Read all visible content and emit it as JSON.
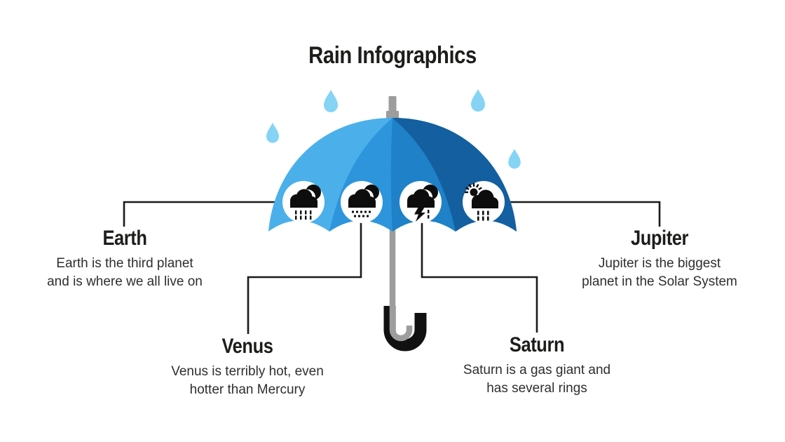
{
  "title": "Rain Infographics",
  "colors": {
    "background": "#ffffff",
    "umbrella_panels": [
      "#4BB0EA",
      "#2D95DC",
      "#1F81C8",
      "#135F9F"
    ],
    "raindrop": "#85D4F6",
    "pole": "#9D9D9D",
    "hook": "#111111",
    "connector": "#1a1a1a",
    "icon_badge": "#ffffff",
    "icon_glyph": "#0d0d0d",
    "title_text": "#1d1d1b",
    "body_text": "#2e2e2e"
  },
  "planets": [
    {
      "name": "Earth",
      "icon": "rain-cloud-moon-icon",
      "lines": [
        "Earth is the third planet",
        "and is where we all live on"
      ]
    },
    {
      "name": "Venus",
      "icon": "drizzle-cloud-moon-icon",
      "lines": [
        "Venus is terribly hot, even",
        "hotter than Mercury"
      ]
    },
    {
      "name": "Saturn",
      "icon": "storm-cloud-moon-icon",
      "lines": [
        "Saturn is a gas giant and",
        "has several rings"
      ]
    },
    {
      "name": "Jupiter",
      "icon": "rain-cloud-sun-icon",
      "lines": [
        "Jupiter is the biggest",
        "planet in the Solar System"
      ]
    }
  ]
}
